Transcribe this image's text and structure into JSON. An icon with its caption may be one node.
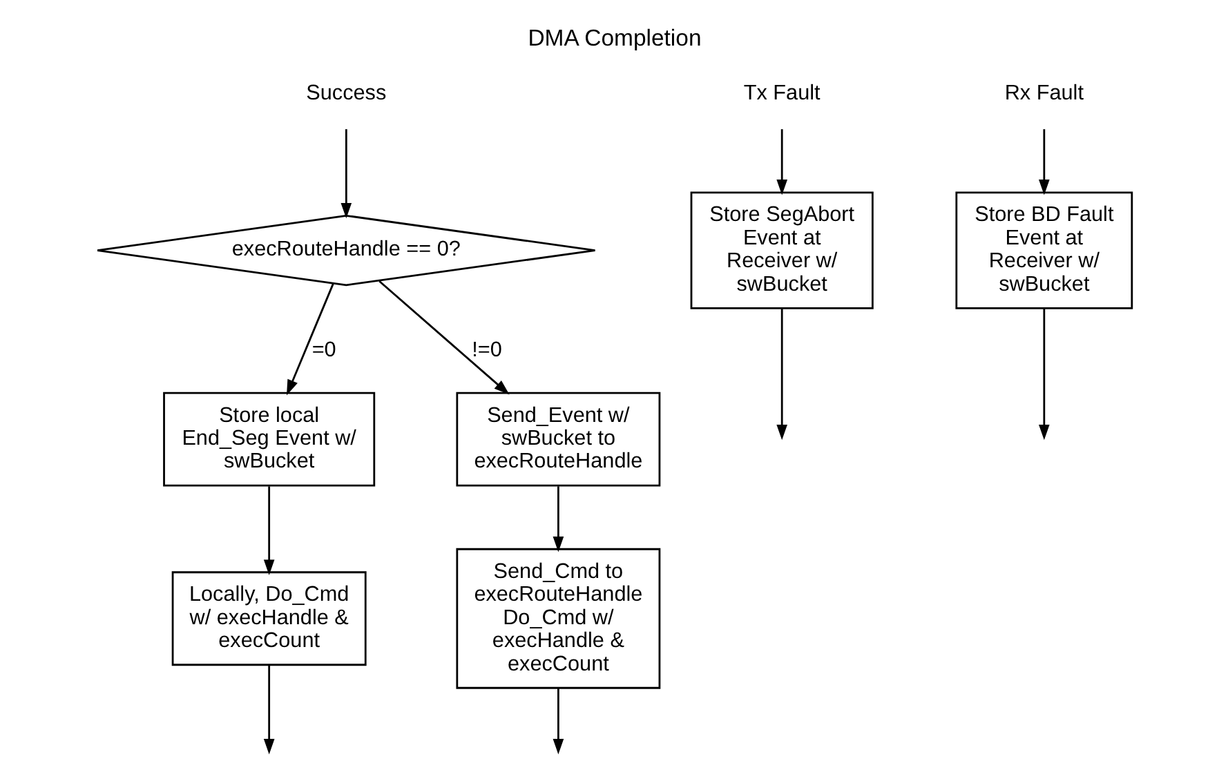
{
  "diagram": {
    "title": "DMA Completion",
    "nodes": [
      {
        "text": [
          "Success"
        ]
      },
      {
        "text": [
          "execRouteHandle == 0?"
        ]
      },
      {
        "text": [
          "Store local End_Seg Event w/ swBucket"
        ]
      },
      {
        "text": [
          "Locally, Do_Cmd w/ execHandle & execCount"
        ]
      },
      {
        "text": [
          "Send_Event w/ swBucket to execRouteHandle"
        ]
      },
      {
        "text": [
          "Send_Cmd to execRouteHandle Do_Cmd w/ execHandle & execCount"
        ]
      },
      {
        "text": [
          "Tx Fault"
        ]
      },
      {
        "text": [
          "Store SegAbort Event at Receiver w/ swBucket"
        ]
      },
      {
        "text": [
          "Rx Fault"
        ]
      },
      {
        "text": [
          "Store BD Fault Event at Receiver w/ swBucket"
        ]
      }
    ],
    "edges": [
      {
        "from": 0,
        "to": 1,
        "arrow": "to"
      },
      {
        "from": 1,
        "to": 2,
        "arrow": "to",
        "label": "=0"
      },
      {
        "from": 2,
        "to": 3,
        "arrow": "to"
      },
      {
        "from": 3,
        "to": null,
        "arrow": "to"
      },
      {
        "from": 1,
        "to": 4,
        "arrow": "to",
        "label": "!=0"
      },
      {
        "from": 4,
        "to": 5,
        "arrow": "to"
      },
      {
        "from": 5,
        "to": null,
        "arrow": "to"
      },
      {
        "from": 6,
        "to": 7,
        "arrow": "to"
      },
      {
        "from": 7,
        "to": null,
        "arrow": "to"
      },
      {
        "from": 8,
        "to": 9,
        "arrow": "to"
      },
      {
        "from": 9,
        "to": null,
        "arrow": "to"
      }
    ]
  }
}
